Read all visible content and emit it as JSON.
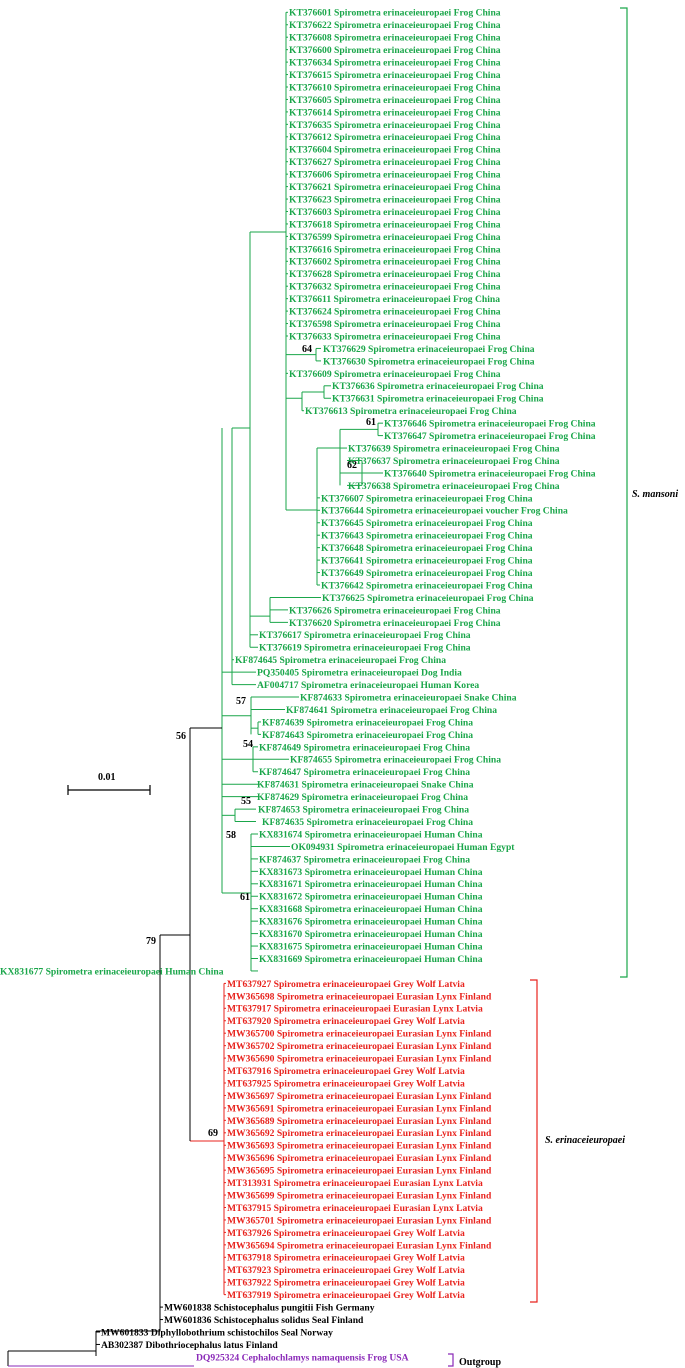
{
  "colors": {
    "s_mansoni": "#1aa64a",
    "s_erinaceieuropaei": "#e8231d",
    "outgroup": "#8a2ab8",
    "other": "#000000"
  },
  "scale_bar": {
    "label": "0.01"
  },
  "clades": {
    "s_mansoni": "S. mansoni",
    "s_erinaceieuropaei": "S. erinaceieuropaei",
    "outgroup": "Outgroup"
  },
  "bootstrap": [
    "64",
    "61",
    "62",
    "57",
    "54",
    "55",
    "58",
    "61",
    "56",
    "69",
    "79"
  ],
  "leaves": {
    "green": [
      "KT376601 Spirometra erinaceieuropaei Frog China",
      "KT376622 Spirometra erinaceieuropaei Frog China",
      "KT376608 Spirometra erinaceieuropaei Frog China",
      "KT376600 Spirometra erinaceieuropaei Frog China",
      "KT376634 Spirometra erinaceieuropaei Frog China",
      "KT376615 Spirometra erinaceieuropaei Frog China",
      "KT376610 Spirometra erinaceieuropaei Frog China",
      "KT376605 Spirometra erinaceieuropaei Frog China",
      "KT376614 Spirometra erinaceieuropaei Frog China",
      "KT376635 Spirometra erinaceieuropaei Frog China",
      "KT376612 Spirometra erinaceieuropaei Frog China",
      "KT376604 Spirometra erinaceieuropaei Frog China",
      "KT376627 Spirometra erinaceieuropaei Frog China",
      "KT376606 Spirometra erinaceieuropaei Frog China",
      "KT376621 Spirometra erinaceieuropaei Frog China",
      "KT376623 Spirometra erinaceieuropaei Frog China",
      "KT376603 Spirometra erinaceieuropaei Frog China",
      "KT376618 Spirometra erinaceieuropaei Frog China",
      "KT376599 Spirometra erinaceieuropaei Frog China",
      "KT376616 Spirometra erinaceieuropaei Frog China",
      "KT376602 Spirometra erinaceieuropaei Frog China",
      "KT376628 Spirometra erinaceieuropaei Frog China",
      "KT376632 Spirometra erinaceieuropaei Frog China",
      "KT376611 Spirometra erinaceieuropaei Frog China",
      "KT376624 Spirometra erinaceieuropaei Frog China",
      "KT376598 Spirometra erinaceieuropaei Frog China",
      "KT376633 Spirometra erinaceieuropaei Frog China",
      "KT376629 Spirometra erinaceieuropaei Frog China",
      "KT376630 Spirometra erinaceieuropaei Frog China",
      "KT376609 Spirometra erinaceieuropaei Frog China",
      "KT376636 Spirometra erinaceieuropaei Frog China",
      "KT376631 Spirometra erinaceieuropaei Frog China",
      "KT376613 Spirometra erinaceieuropaei Frog China",
      "KT376646 Spirometra erinaceieuropaei Frog China",
      "KT376647 Spirometra erinaceieuropaei Frog China",
      "KT376639 Spirometra erinaceieuropaei Frog China",
      "KT376637 Spirometra erinaceieuropaei Frog China",
      "KT376640 Spirometra erinaceieuropaei Frog China",
      "KT376638 Spirometra erinaceieuropaei Frog China",
      "KT376607 Spirometra erinaceieuropaei Frog China",
      "KT376644 Spirometra erinaceieuropaei voucher Frog China",
      "KT376645 Spirometra erinaceieuropaei Frog China",
      "KT376643 Spirometra erinaceieuropaei Frog China",
      "KT376648 Spirometra erinaceieuropaei Frog China",
      "KT376641 Spirometra erinaceieuropaei Frog China",
      "KT376649 Spirometra erinaceieuropaei Frog China",
      "KT376642 Spirometra erinaceieuropaei Frog China",
      "KT376625 Spirometra erinaceieuropaei Frog China",
      "KT376626 Spirometra erinaceieuropaei Frog China",
      "KT376620 Spirometra erinaceieuropaei Frog China",
      "KT376617 Spirometra erinaceieuropaei Frog China",
      "KT376619 Spirometra erinaceieuropaei Frog China",
      "KF874645 Spirometra erinaceieuropaei Frog China",
      "PQ350405 Spirometra erinaceieuropaei Dog India",
      "AF004717 Spirometra erinaceieuropaei Human Korea",
      "KF874633 Spirometra erinaceieuropaei Snake China",
      "KF874641 Spirometra erinaceieuropaei Frog China",
      "KF874639 Spirometra erinaceieuropaei Frog China",
      "KF874643 Spirometra erinaceieuropaei Frog China",
      "KF874649 Spirometra erinaceieuropaei Frog China",
      "KF874655 Spirometra erinaceieuropaei Frog China",
      "KF874647 Spirometra erinaceieuropaei Frog China",
      "KF874631 Spirometra erinaceieuropaei Snake China",
      "KF874629 Spirometra erinaceieuropaei Frog China",
      "KF874653 Spirometra erinaceieuropaei Frog China",
      "KF874635 Spirometra erinaceieuropaei Frog China",
      "KX831674 Spirometra erinaceieuropaei Human China",
      "OK094931 Spirometra erinaceieuropaei Human Egypt",
      "KF874637 Spirometra erinaceieuropaei Frog China",
      "KX831673 Spirometra erinaceieuropaei Human China",
      "KX831671 Spirometra erinaceieuropaei Human China",
      "KX831672 Spirometra erinaceieuropaei Human China",
      "KX831668 Spirometra erinaceieuropaei Human China",
      "KX831676 Spirometra erinaceieuropaei Human China",
      "KX831670 Spirometra erinaceieuropaei Human China",
      "KX831675 Spirometra erinaceieuropaei Human China",
      "KX831669 Spirometra erinaceieuropaei Human China",
      "KX831677 Spirometra erinaceieuropaei Human China"
    ],
    "red": [
      "MT637927 Spirometra erinaceieuropaei Grey Wolf Latvia",
      "MW365698 Spirometra erinaceieuropaei Eurasian Lynx Finland",
      "MT637917 Spirometra erinaceieuropaei Eurasian Lynx Latvia",
      "MT637920 Spirometra erinaceieuropaei Grey Wolf Latvia",
      "MW365700 Spirometra erinaceieuropaei Eurasian Lynx Finland",
      "MW365702 Spirometra erinaceieuropaei Eurasian Lynx Finland",
      "MW365690 Spirometra erinaceieuropaei Eurasian Lynx Finland",
      "MT637916 Spirometra erinaceieuropaei Grey Wolf Latvia",
      "MT637925 Spirometra erinaceieuropaei Grey Wolf Latvia",
      "MW365697 Spirometra erinaceieuropaei Eurasian Lynx Finland",
      "MW365691 Spirometra erinaceieuropaei Eurasian Lynx Finland",
      "MW365689 Spirometra erinaceieuropaei Eurasian Lynx Finland",
      "MW365692 Spirometra erinaceieuropaei Eurasian Lynx Finland",
      "MW365693 Spirometra erinaceieuropaei Eurasian Lynx Finland",
      "MW365696 Spirometra erinaceieuropaei Eurasian Lynx Finland",
      "MW365695 Spirometra erinaceieuropaei Eurasian Lynx Finland",
      "MT313931 Spirometra erinaceieuropaei Eurasian Lynx Latvia",
      "MW365699 Spirometra erinaceieuropaei Eurasian Lynx Finland",
      "MT637915 Spirometra erinaceieuropaei Eurasian Lynx Latvia",
      "MW365701 Spirometra erinaceieuropaei Eurasian Lynx Finland",
      "MT637926 Spirometra erinaceieuropaei Grey Wolf Latvia",
      "MW365694 Spirometra erinaceieuropaei Eurasian Lynx Finland",
      "MT637918 Spirometra erinaceieuropaei Grey Wolf Latvia",
      "MT637923 Spirometra erinaceieuropaei Grey Wolf Latvia",
      "MT637922 Spirometra erinaceieuropaei Grey Wolf Latvia",
      "MT637919 Spirometra erinaceieuropaei Grey Wolf Latvia"
    ],
    "black": [
      "MW601838 Schistocephalus pungitii Fish Germany",
      "MW601836 Schistocephalus solidus Seal Finland",
      "MW601833 Diphyllobothrium schistochilos Seal Norway",
      "AB302387 Dibothriocephalus latus Finland"
    ],
    "purple": [
      "DQ925324 Cephalochlamys namaquensis Frog USA"
    ]
  }
}
